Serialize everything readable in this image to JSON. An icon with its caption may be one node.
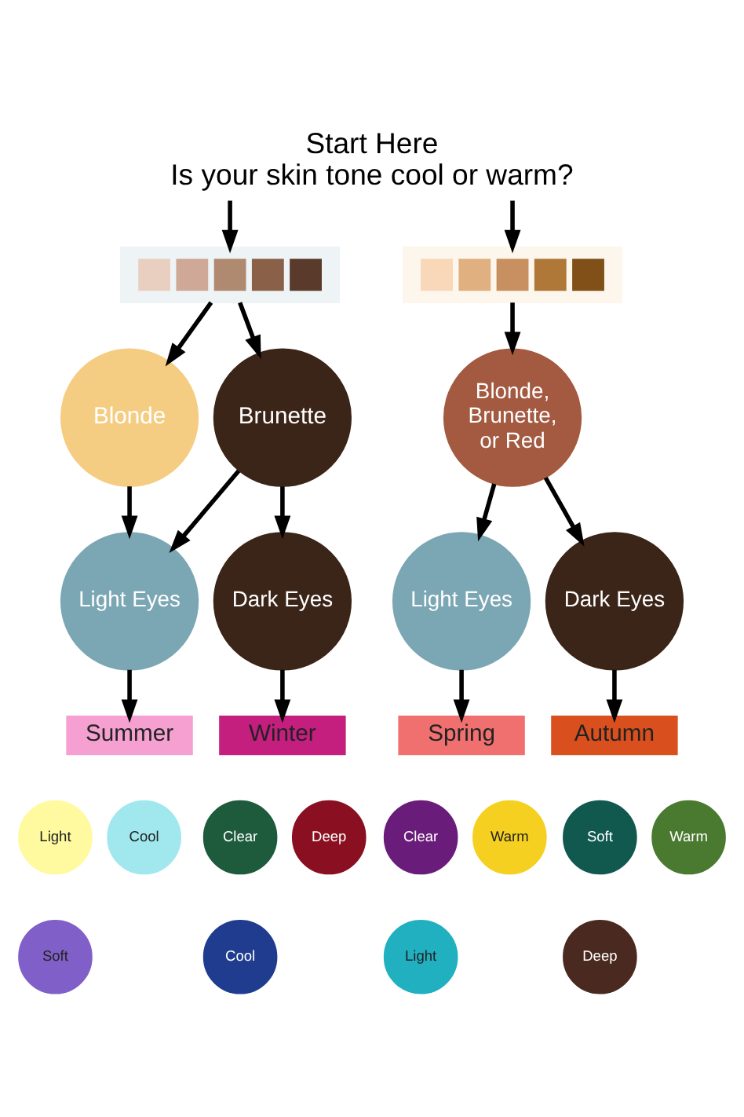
{
  "diagram": {
    "title": "Start Here",
    "caption": "Is your skin tone cool or warm?",
    "nodes": [
      {
        "text": [],
        "shape": "box"
      },
      {
        "text": [],
        "shape": "box"
      },
      {
        "text": [
          "Blonde"
        ]
      },
      {
        "text": [
          "Brunette"
        ]
      },
      {
        "text": [
          "Blonde, Brunette, or Red"
        ]
      },
      {
        "text": [
          "Light Eyes"
        ]
      },
      {
        "text": [
          "Dark Eyes"
        ]
      },
      {
        "text": [
          "Light Eyes"
        ]
      },
      {
        "text": [
          "Dark Eyes"
        ]
      },
      {
        "text": [
          "Summer"
        ]
      },
      {
        "text": [
          "Winter"
        ]
      },
      {
        "text": [
          "Spring"
        ]
      },
      {
        "text": [
          "Autumn"
        ]
      },
      {
        "text": [
          "Light"
        ]
      },
      {
        "text": [
          "Cool"
        ]
      },
      {
        "text": [
          "Soft"
        ]
      },
      {
        "text": [
          "Clear"
        ]
      },
      {
        "text": [
          "Deep"
        ]
      },
      {
        "text": [
          "Cool"
        ]
      },
      {
        "text": [
          "Clear"
        ]
      },
      {
        "text": [
          "Warm"
        ]
      },
      {
        "text": [
          "Light"
        ]
      },
      {
        "text": [
          "Soft"
        ]
      },
      {
        "text": [
          "Warm"
        ]
      },
      {
        "text": [
          "Deep"
        ]
      }
    ],
    "edges": [
      {
        "from": null,
        "to": 0,
        "arrow": "to"
      },
      {
        "from": null,
        "to": 1,
        "arrow": "to"
      },
      {
        "from": 0,
        "to": 2,
        "arrow": "to"
      },
      {
        "from": 0,
        "to": 3,
        "arrow": "to"
      },
      {
        "from": 1,
        "to": 4,
        "arrow": "to"
      },
      {
        "from": 2,
        "to": 5,
        "arrow": "to"
      },
      {
        "from": 3,
        "to": 5,
        "arrow": "to"
      },
      {
        "from": 3,
        "to": 6,
        "arrow": "to"
      },
      {
        "from": 4,
        "to": 7,
        "arrow": "to"
      },
      {
        "from": 4,
        "to": 8,
        "arrow": "to"
      },
      {
        "from": 5,
        "to": 9,
        "arrow": "to"
      },
      {
        "from": 6,
        "to": 10,
        "arrow": "to"
      },
      {
        "from": 7,
        "to": 11,
        "arrow": "to"
      },
      {
        "from": 8,
        "to": 12,
        "arrow": "to"
      }
    ]
  }
}
